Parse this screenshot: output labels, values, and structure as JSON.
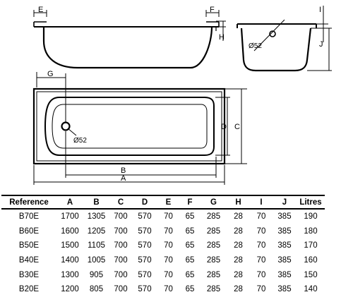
{
  "drawing": {
    "labels": {
      "e": "E",
      "f": "F",
      "h": "H",
      "i": "I",
      "j": "J",
      "g": "G",
      "b": "B",
      "a": "A",
      "c": "C",
      "d": "D",
      "drain_side": "Ø52",
      "drain_top": "Ø52"
    }
  },
  "table": {
    "headers": [
      "Reference",
      "A",
      "B",
      "C",
      "D",
      "E",
      "F",
      "G",
      "H",
      "I",
      "J",
      "Litres"
    ],
    "rows": [
      [
        "B70E",
        "1700",
        "1305",
        "700",
        "570",
        "70",
        "65",
        "285",
        "28",
        "70",
        "385",
        "190"
      ],
      [
        "B60E",
        "1600",
        "1205",
        "700",
        "570",
        "70",
        "65",
        "285",
        "28",
        "70",
        "385",
        "180"
      ],
      [
        "B50E",
        "1500",
        "1105",
        "700",
        "570",
        "70",
        "65",
        "285",
        "28",
        "70",
        "385",
        "170"
      ],
      [
        "B40E",
        "1400",
        "1005",
        "700",
        "570",
        "70",
        "65",
        "285",
        "28",
        "70",
        "385",
        "160"
      ],
      [
        "B30E",
        "1300",
        "905",
        "700",
        "570",
        "70",
        "65",
        "285",
        "28",
        "70",
        "385",
        "150"
      ],
      [
        "B20E",
        "1200",
        "805",
        "700",
        "570",
        "70",
        "65",
        "285",
        "28",
        "70",
        "385",
        "140"
      ]
    ]
  }
}
